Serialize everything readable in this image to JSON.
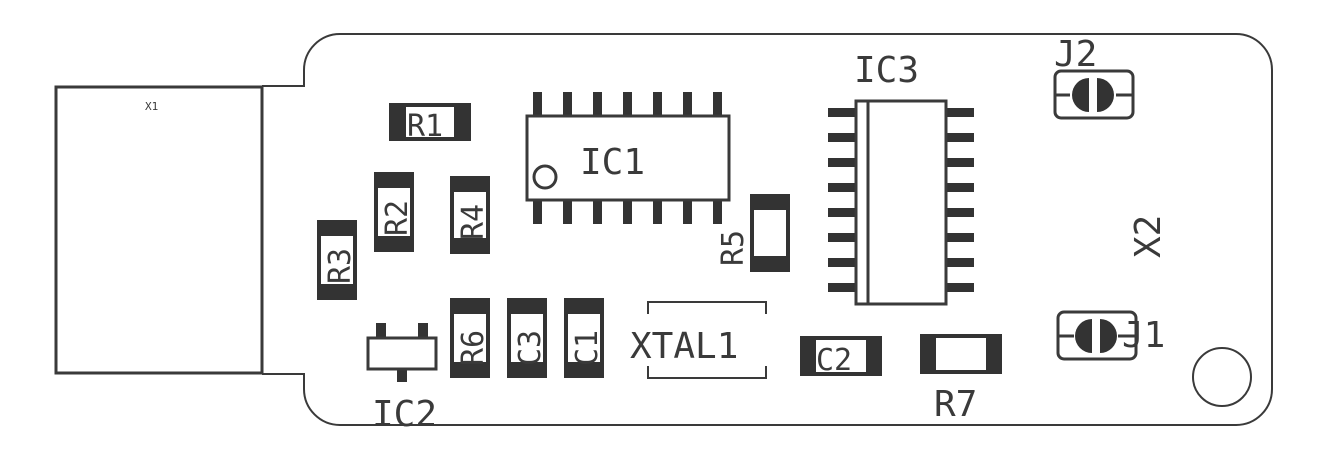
{
  "components": {
    "x1": "X1",
    "r1": "R1",
    "r2": "R2",
    "r3": "R3",
    "r4": "R4",
    "r5": "R5",
    "r6": "R6",
    "r7": "R7",
    "c1": "C1",
    "c2": "C2",
    "c3": "C3",
    "ic1": "IC1",
    "ic2": "IC2",
    "ic3": "IC3",
    "xtal1": "XTAL1",
    "j1": "J1",
    "j2": "J2",
    "x2": "X2"
  },
  "colors": {
    "silkscreen": "#3a3a3a",
    "pad": "#333333",
    "background": "#ffffff"
  }
}
